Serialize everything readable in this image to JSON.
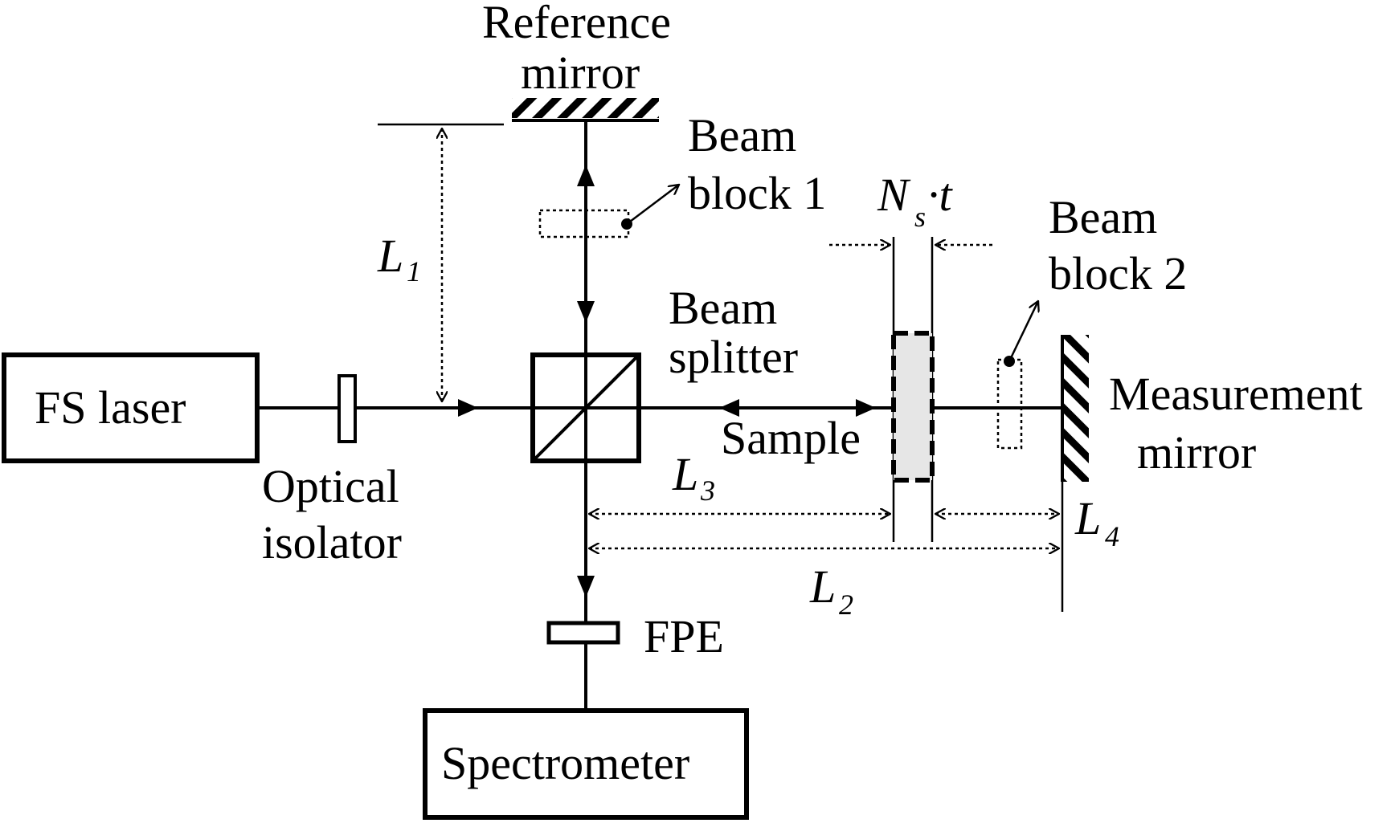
{
  "labels": {
    "reference_mirror_line1": "Reference",
    "reference_mirror_line2": "mirror",
    "beam_block_1_line1": "Beam",
    "beam_block_1_line2": "block 1",
    "beam_block_2_line1": "Beam",
    "beam_block_2_line2": "block 2",
    "beam_splitter_line1": "Beam",
    "beam_splitter_line2": "splitter",
    "fs_laser": "FS laser",
    "optical_isolator_line1": "Optical",
    "optical_isolator_line2": "isolator",
    "sample": "Sample",
    "measurement_mirror_line1": "Measurement",
    "measurement_mirror_line2": "mirror",
    "fpe": "FPE",
    "spectrometer": "Spectrometer",
    "thickness_N": "N",
    "thickness_sub": "s",
    "thickness_rest": "·t",
    "L1": "L",
    "L1_sub": "1",
    "L2": "L",
    "L2_sub": "2",
    "L3": "L",
    "L3_sub": "3",
    "L4": "L",
    "L4_sub": "4"
  }
}
